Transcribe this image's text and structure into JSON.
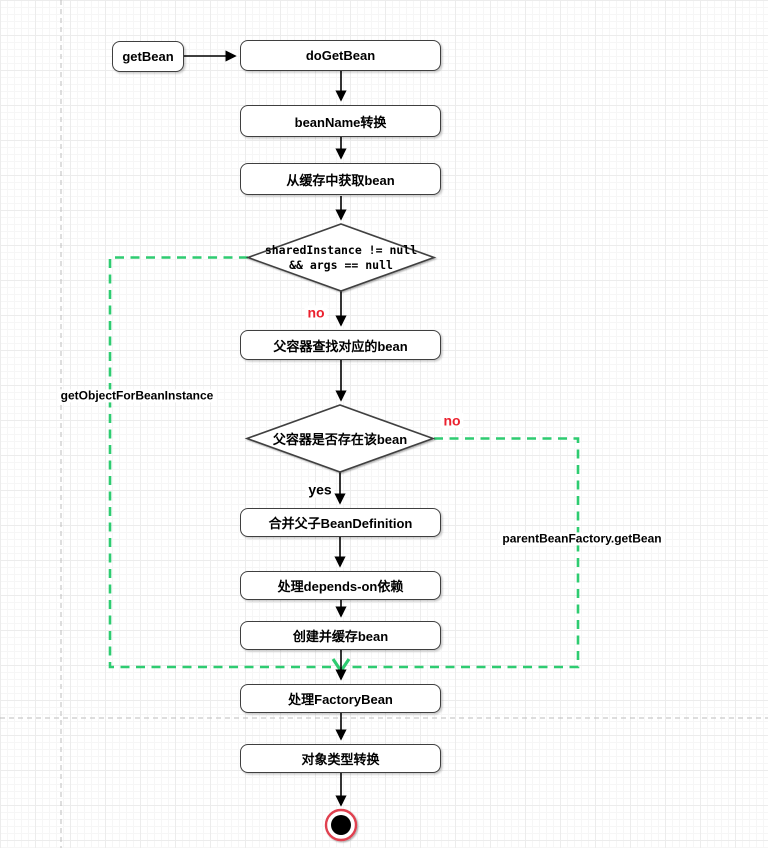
{
  "diagram": {
    "kind": "flowchart",
    "subject": "Spring getBean / doGetBean flow"
  },
  "colors": {
    "node_border": "#3f3f3f",
    "node_fill": "#ffffff",
    "edge": "#000000",
    "green_edge": "#2ecc71",
    "label_red": "#eb212e",
    "final_ring": "#e0414f",
    "final_dot": "#000000",
    "page_divider": "#bdbdbd"
  },
  "nodes": {
    "get_bean": {
      "label": "getBean"
    },
    "do_get_bean": {
      "label": "doGetBean"
    },
    "bean_name_convert": {
      "label": "beanName转换"
    },
    "get_from_cache": {
      "label": "从缓存中获取bean"
    },
    "shared_instance_check": {
      "line1": "sharedInstance != null",
      "line2": "&& args == null"
    },
    "parent_lookup": {
      "label": "父容器查找对应的bean"
    },
    "parent_exists_check": {
      "label": "父容器是否存在该bean"
    },
    "merge_bean_definition": {
      "label": "合并父子BeanDefinition"
    },
    "handle_depends_on": {
      "label": "处理depends-on依赖"
    },
    "create_and_cache": {
      "label": "创建并缓存bean"
    },
    "handle_factory_bean": {
      "label": "处理FactoryBean"
    },
    "object_type_convert": {
      "label": "对象类型转换"
    }
  },
  "edge_labels": {
    "shared_instance_no": "no",
    "parent_exists_no": "no",
    "parent_exists_yes": "yes",
    "left_branch": "getObjectForBeanInstance",
    "right_branch": "parentBeanFactory.getBean"
  }
}
